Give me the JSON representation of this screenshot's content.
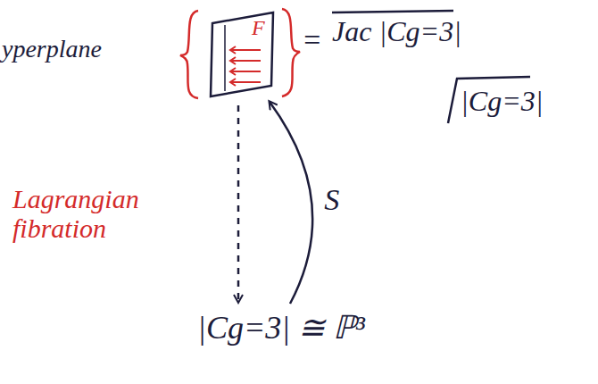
{
  "diagram": {
    "nodes": [
      {
        "text": [
          "F"
        ]
      },
      {
        "text": [
          "|Cg=3| ≅ ℙ³"
        ]
      }
    ],
    "edges": [
      {
        "from": 0,
        "to": 1,
        "arrow": "to"
      },
      {
        "from": 1,
        "to": 0,
        "label": "S",
        "arrow": "to"
      }
    ],
    "labels": [
      "yperplane",
      "=",
      "Jac |Cg=3|",
      "|Cg=3|",
      "Lagrangian fibration"
    ]
  }
}
